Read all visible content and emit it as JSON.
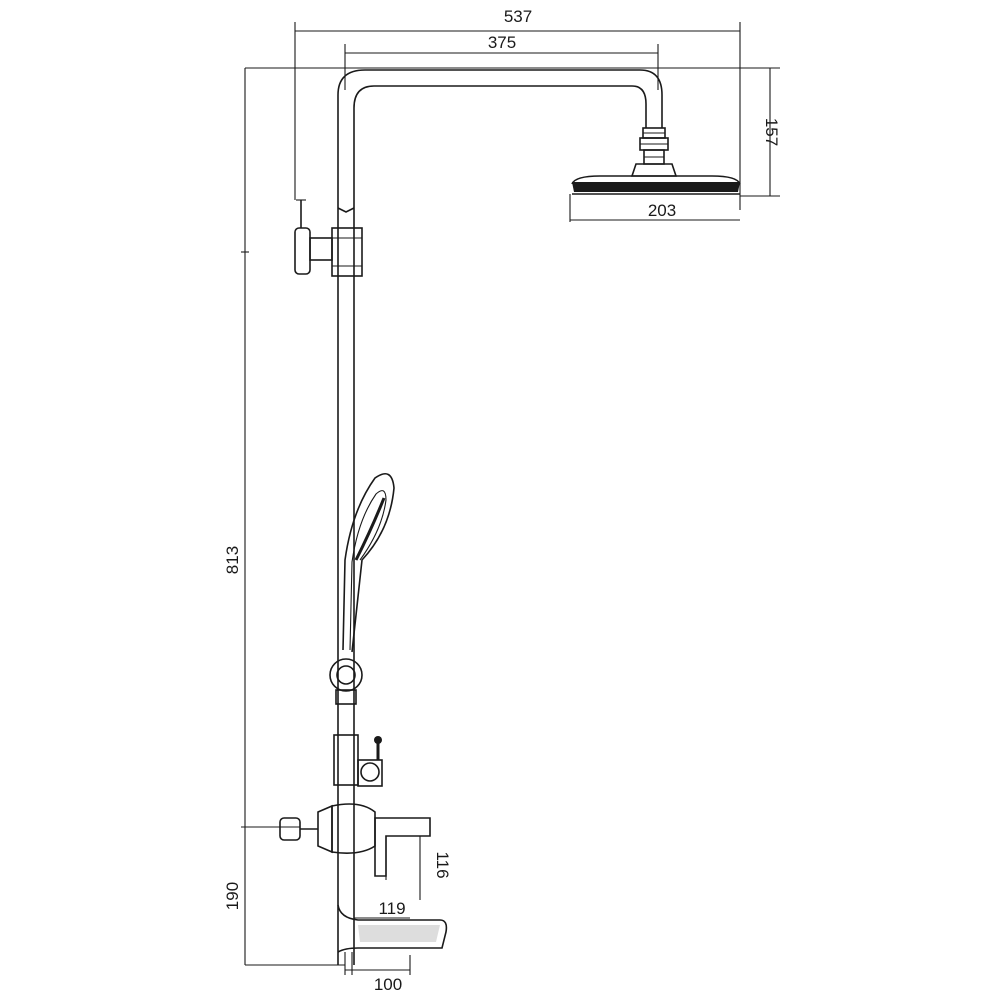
{
  "dimensions": {
    "total_width": "537",
    "arm_width": "375",
    "head_height": "157",
    "head_diameter": "203",
    "column_height": "813",
    "mixer_height": "190",
    "handle_height": "116",
    "spout_projection": "119",
    "spout_width": "100"
  }
}
